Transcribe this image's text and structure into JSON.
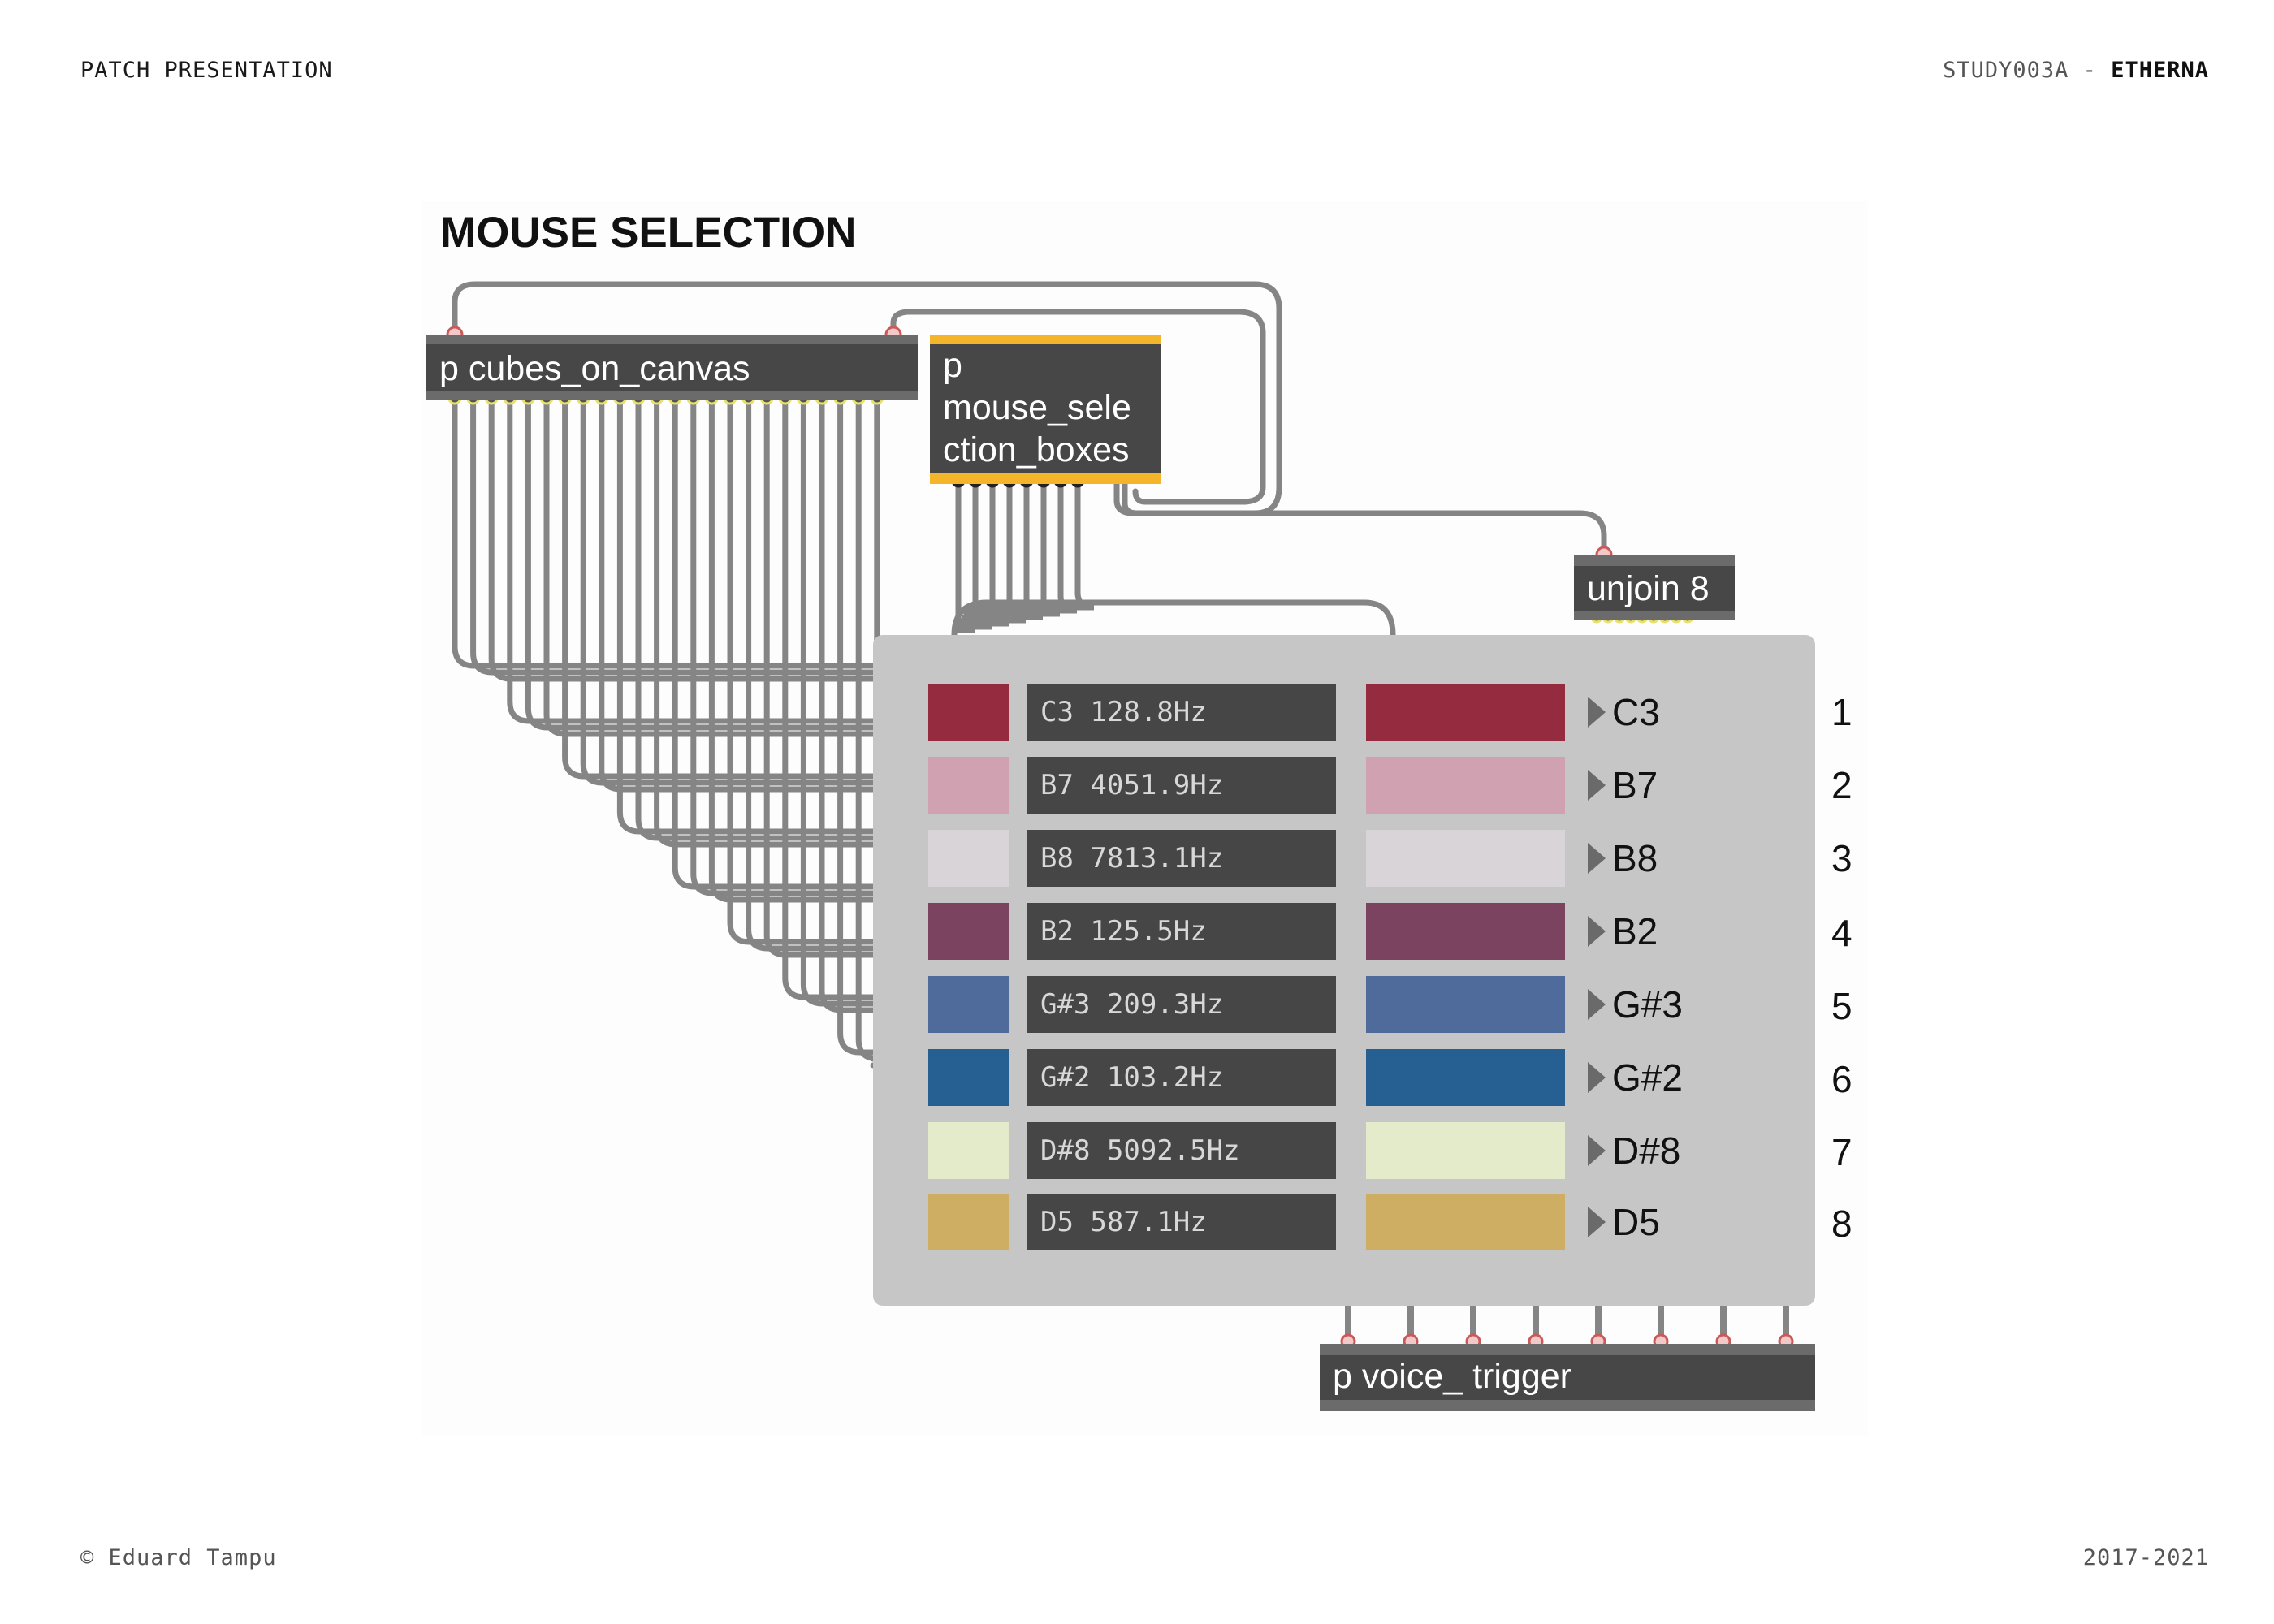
{
  "header": {
    "left": "PATCH PRESENTATION",
    "right_prefix": "STUDY003A - ",
    "right_bold": "ETHERNA"
  },
  "footer": {
    "left": "© Eduard Tampu",
    "right": "2017-2021"
  },
  "patch": {
    "title": "MOUSE SELECTION",
    "objects": {
      "cubes": "p cubes_on_canvas",
      "mouse": "p\nmouse_sele\nction_boxes",
      "unjoin": "unjoin 8",
      "voice": "p voice_ trigger"
    },
    "rows": [
      {
        "freq": "C3 128.8Hz",
        "note": "C3",
        "index": "1",
        "color": "#952b3f"
      },
      {
        "freq": "B7 4051.9Hz",
        "note": "B7",
        "index": "2",
        "color": "#cfa1b1"
      },
      {
        "freq": "B8 7813.1Hz",
        "note": "B8",
        "index": "3",
        "color": "#d8d4d8"
      },
      {
        "freq": "B2 125.5Hz",
        "note": "B2",
        "index": "4",
        "color": "#7b4360"
      },
      {
        "freq": "G#3 209.3Hz",
        "note": "G#3",
        "index": "5",
        "color": "#4e6b9c"
      },
      {
        "freq": "G#2 103.2Hz",
        "note": "G#2",
        "index": "6",
        "color": "#265f92"
      },
      {
        "freq": "D#8 5092.5Hz",
        "note": "D#8",
        "index": "7",
        "color": "#e3ebca"
      },
      {
        "freq": "D5 587.1Hz",
        "note": "D5",
        "index": "8",
        "color": "#cdae62"
      }
    ],
    "colors": {
      "object_bg": "#474747",
      "selected_accent": "#f5b52a",
      "cable": "#8a8a8a",
      "panel_bg": "#c6c6c6"
    }
  }
}
